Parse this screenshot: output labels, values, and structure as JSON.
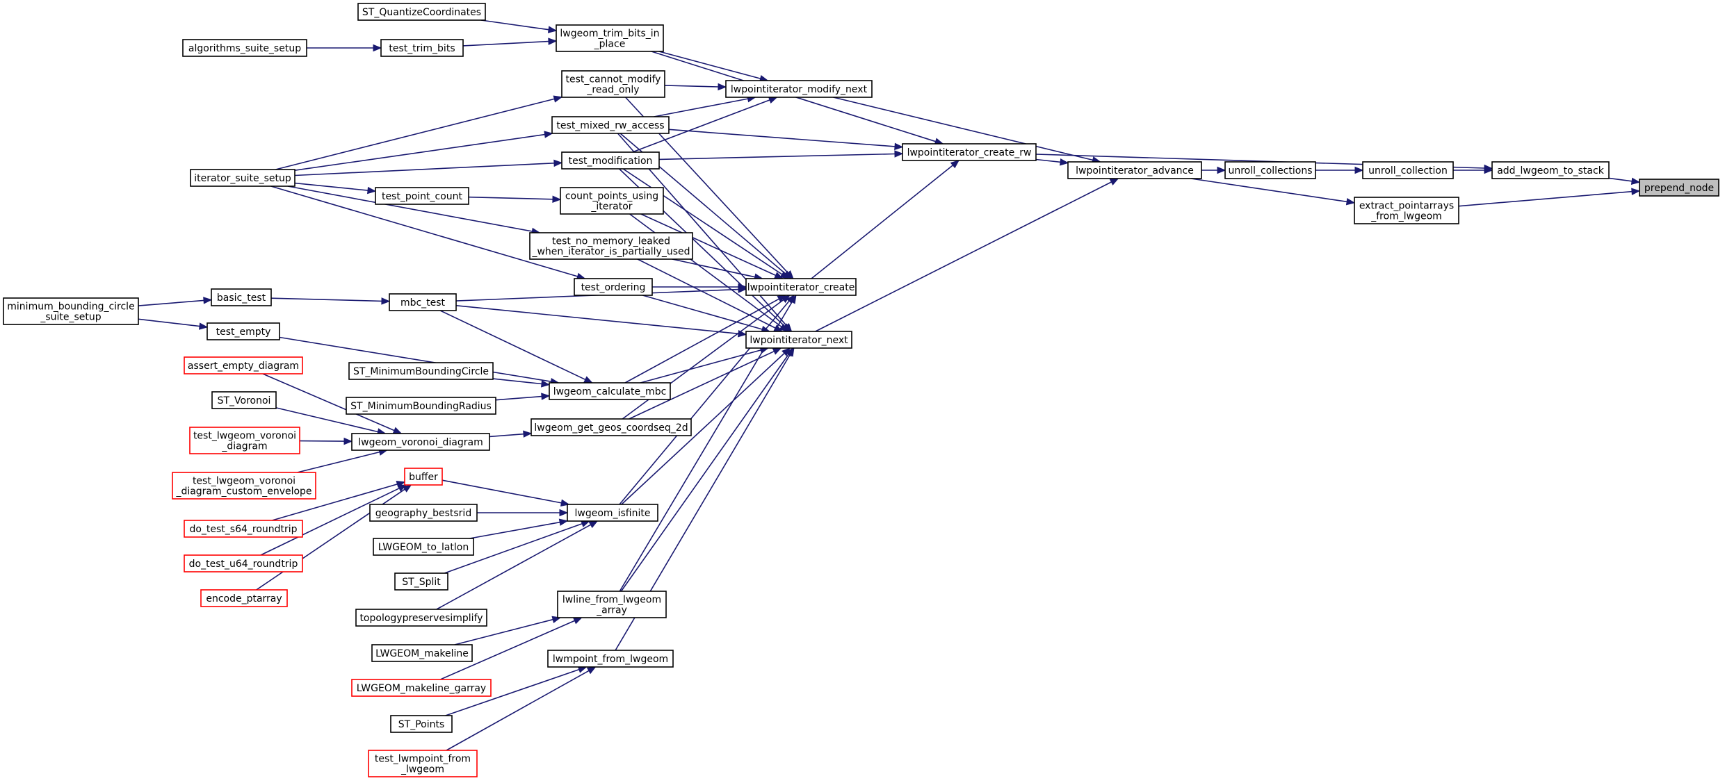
{
  "colors": {
    "edge": "#191970",
    "node_border": "#000000",
    "truncated_border": "#ff0000",
    "current_fill": "#bfbfbf",
    "background": "#ffffff"
  },
  "nodes": {
    "prepend_node": {
      "lines": [
        "prepend_node"
      ],
      "style": "current"
    },
    "add_lwgeom_to_stack": {
      "lines": [
        "add_lwgeom_to_stack"
      ]
    },
    "extract_pointarrays_from_lwgeom": {
      "lines": [
        "extract_pointarrays",
        "_from_lwgeom"
      ]
    },
    "unroll_collection": {
      "lines": [
        "unroll_collection"
      ]
    },
    "unroll_collections": {
      "lines": [
        "unroll_collections"
      ]
    },
    "lwpointiterator_advance": {
      "lines": [
        "lwpointiterator_advance"
      ]
    },
    "lwpointiterator_create_rw": {
      "lines": [
        "lwpointiterator_create_rw"
      ]
    },
    "lwpointiterator_create": {
      "lines": [
        "lwpointiterator_create"
      ]
    },
    "lwpointiterator_next": {
      "lines": [
        "lwpointiterator_next"
      ]
    },
    "lwpointiterator_modify_next": {
      "lines": [
        "lwpointiterator_modify_next"
      ]
    },
    "lwgeom_trim_bits_in_place": {
      "lines": [
        "lwgeom_trim_bits_in",
        "_place"
      ]
    },
    "ST_QuantizeCoordinates": {
      "lines": [
        "ST_QuantizeCoordinates"
      ]
    },
    "test_trim_bits": {
      "lines": [
        "test_trim_bits"
      ]
    },
    "algorithms_suite_setup": {
      "lines": [
        "algorithms_suite_setup"
      ]
    },
    "test_cannot_modify_read_only": {
      "lines": [
        "test_cannot_modify",
        "_read_only"
      ]
    },
    "test_mixed_rw_access": {
      "lines": [
        "test_mixed_rw_access"
      ]
    },
    "test_modification": {
      "lines": [
        "test_modification"
      ]
    },
    "iterator_suite_setup": {
      "lines": [
        "iterator_suite_setup"
      ]
    },
    "test_point_count": {
      "lines": [
        "test_point_count"
      ]
    },
    "count_points_using_iterator": {
      "lines": [
        "count_points_using",
        "_iterator"
      ]
    },
    "test_no_memory_leaked": {
      "lines": [
        "test_no_memory_leaked",
        "_when_iterator_is_partially_used"
      ]
    },
    "test_ordering": {
      "lines": [
        "test_ordering"
      ]
    },
    "minimum_bounding_circle_suite_setup": {
      "lines": [
        "minimum_bounding_circle",
        "_suite_setup"
      ]
    },
    "basic_test": {
      "lines": [
        "basic_test"
      ]
    },
    "test_empty": {
      "lines": [
        "test_empty"
      ]
    },
    "mbc_test": {
      "lines": [
        "mbc_test"
      ]
    },
    "ST_MinimumBoundingCircle": {
      "lines": [
        "ST_MinimumBoundingCircle"
      ]
    },
    "ST_MinimumBoundingRadius": {
      "lines": [
        "ST_MinimumBoundingRadius"
      ]
    },
    "lwgeom_calculate_mbc": {
      "lines": [
        "lwgeom_calculate_mbc"
      ]
    },
    "assert_empty_diagram": {
      "lines": [
        "assert_empty_diagram"
      ],
      "style": "truncated"
    },
    "ST_Voronoi": {
      "lines": [
        "ST_Voronoi"
      ]
    },
    "test_lwgeom_voronoi_diagram": {
      "lines": [
        "test_lwgeom_voronoi",
        "_diagram"
      ],
      "style": "truncated"
    },
    "test_lwgeom_voronoi_diagram_custom_envelope": {
      "lines": [
        "test_lwgeom_voronoi",
        "_diagram_custom_envelope"
      ],
      "style": "truncated"
    },
    "lwgeom_voronoi_diagram": {
      "lines": [
        "lwgeom_voronoi_diagram"
      ]
    },
    "lwgeom_get_geos_coordseq_2d": {
      "lines": [
        "lwgeom_get_geos_coordseq_2d"
      ]
    },
    "buffer": {
      "lines": [
        "buffer"
      ],
      "style": "truncated"
    },
    "do_test_s64_roundtrip": {
      "lines": [
        "do_test_s64_roundtrip"
      ],
      "style": "truncated"
    },
    "do_test_u64_roundtrip": {
      "lines": [
        "do_test_u64_roundtrip"
      ],
      "style": "truncated"
    },
    "encode_ptarray": {
      "lines": [
        "encode_ptarray"
      ],
      "style": "truncated"
    },
    "geography_bestsrid": {
      "lines": [
        "geography_bestsrid"
      ]
    },
    "LWGEOM_to_latlon": {
      "lines": [
        "LWGEOM_to_latlon"
      ]
    },
    "ST_Split": {
      "lines": [
        "ST_Split"
      ]
    },
    "topologypreservesimplify": {
      "lines": [
        "topologypreservesimplify"
      ]
    },
    "lwgeom_isfinite": {
      "lines": [
        "lwgeom_isfinite"
      ]
    },
    "LWGEOM_makeline": {
      "lines": [
        "LWGEOM_makeline"
      ]
    },
    "LWGEOM_makeline_garray": {
      "lines": [
        "LWGEOM_makeline_garray"
      ],
      "style": "truncated"
    },
    "lwline_from_lwgeom_array": {
      "lines": [
        "lwline_from_lwgeom",
        "_array"
      ]
    },
    "ST_Points": {
      "lines": [
        "ST_Points"
      ]
    },
    "test_lwmpoint_from_lwgeom": {
      "lines": [
        "test_lwmpoint_from",
        "_lwgeom"
      ],
      "style": "truncated"
    },
    "lwmpoint_from_lwgeom": {
      "lines": [
        "lwmpoint_from_lwgeom"
      ]
    }
  }
}
